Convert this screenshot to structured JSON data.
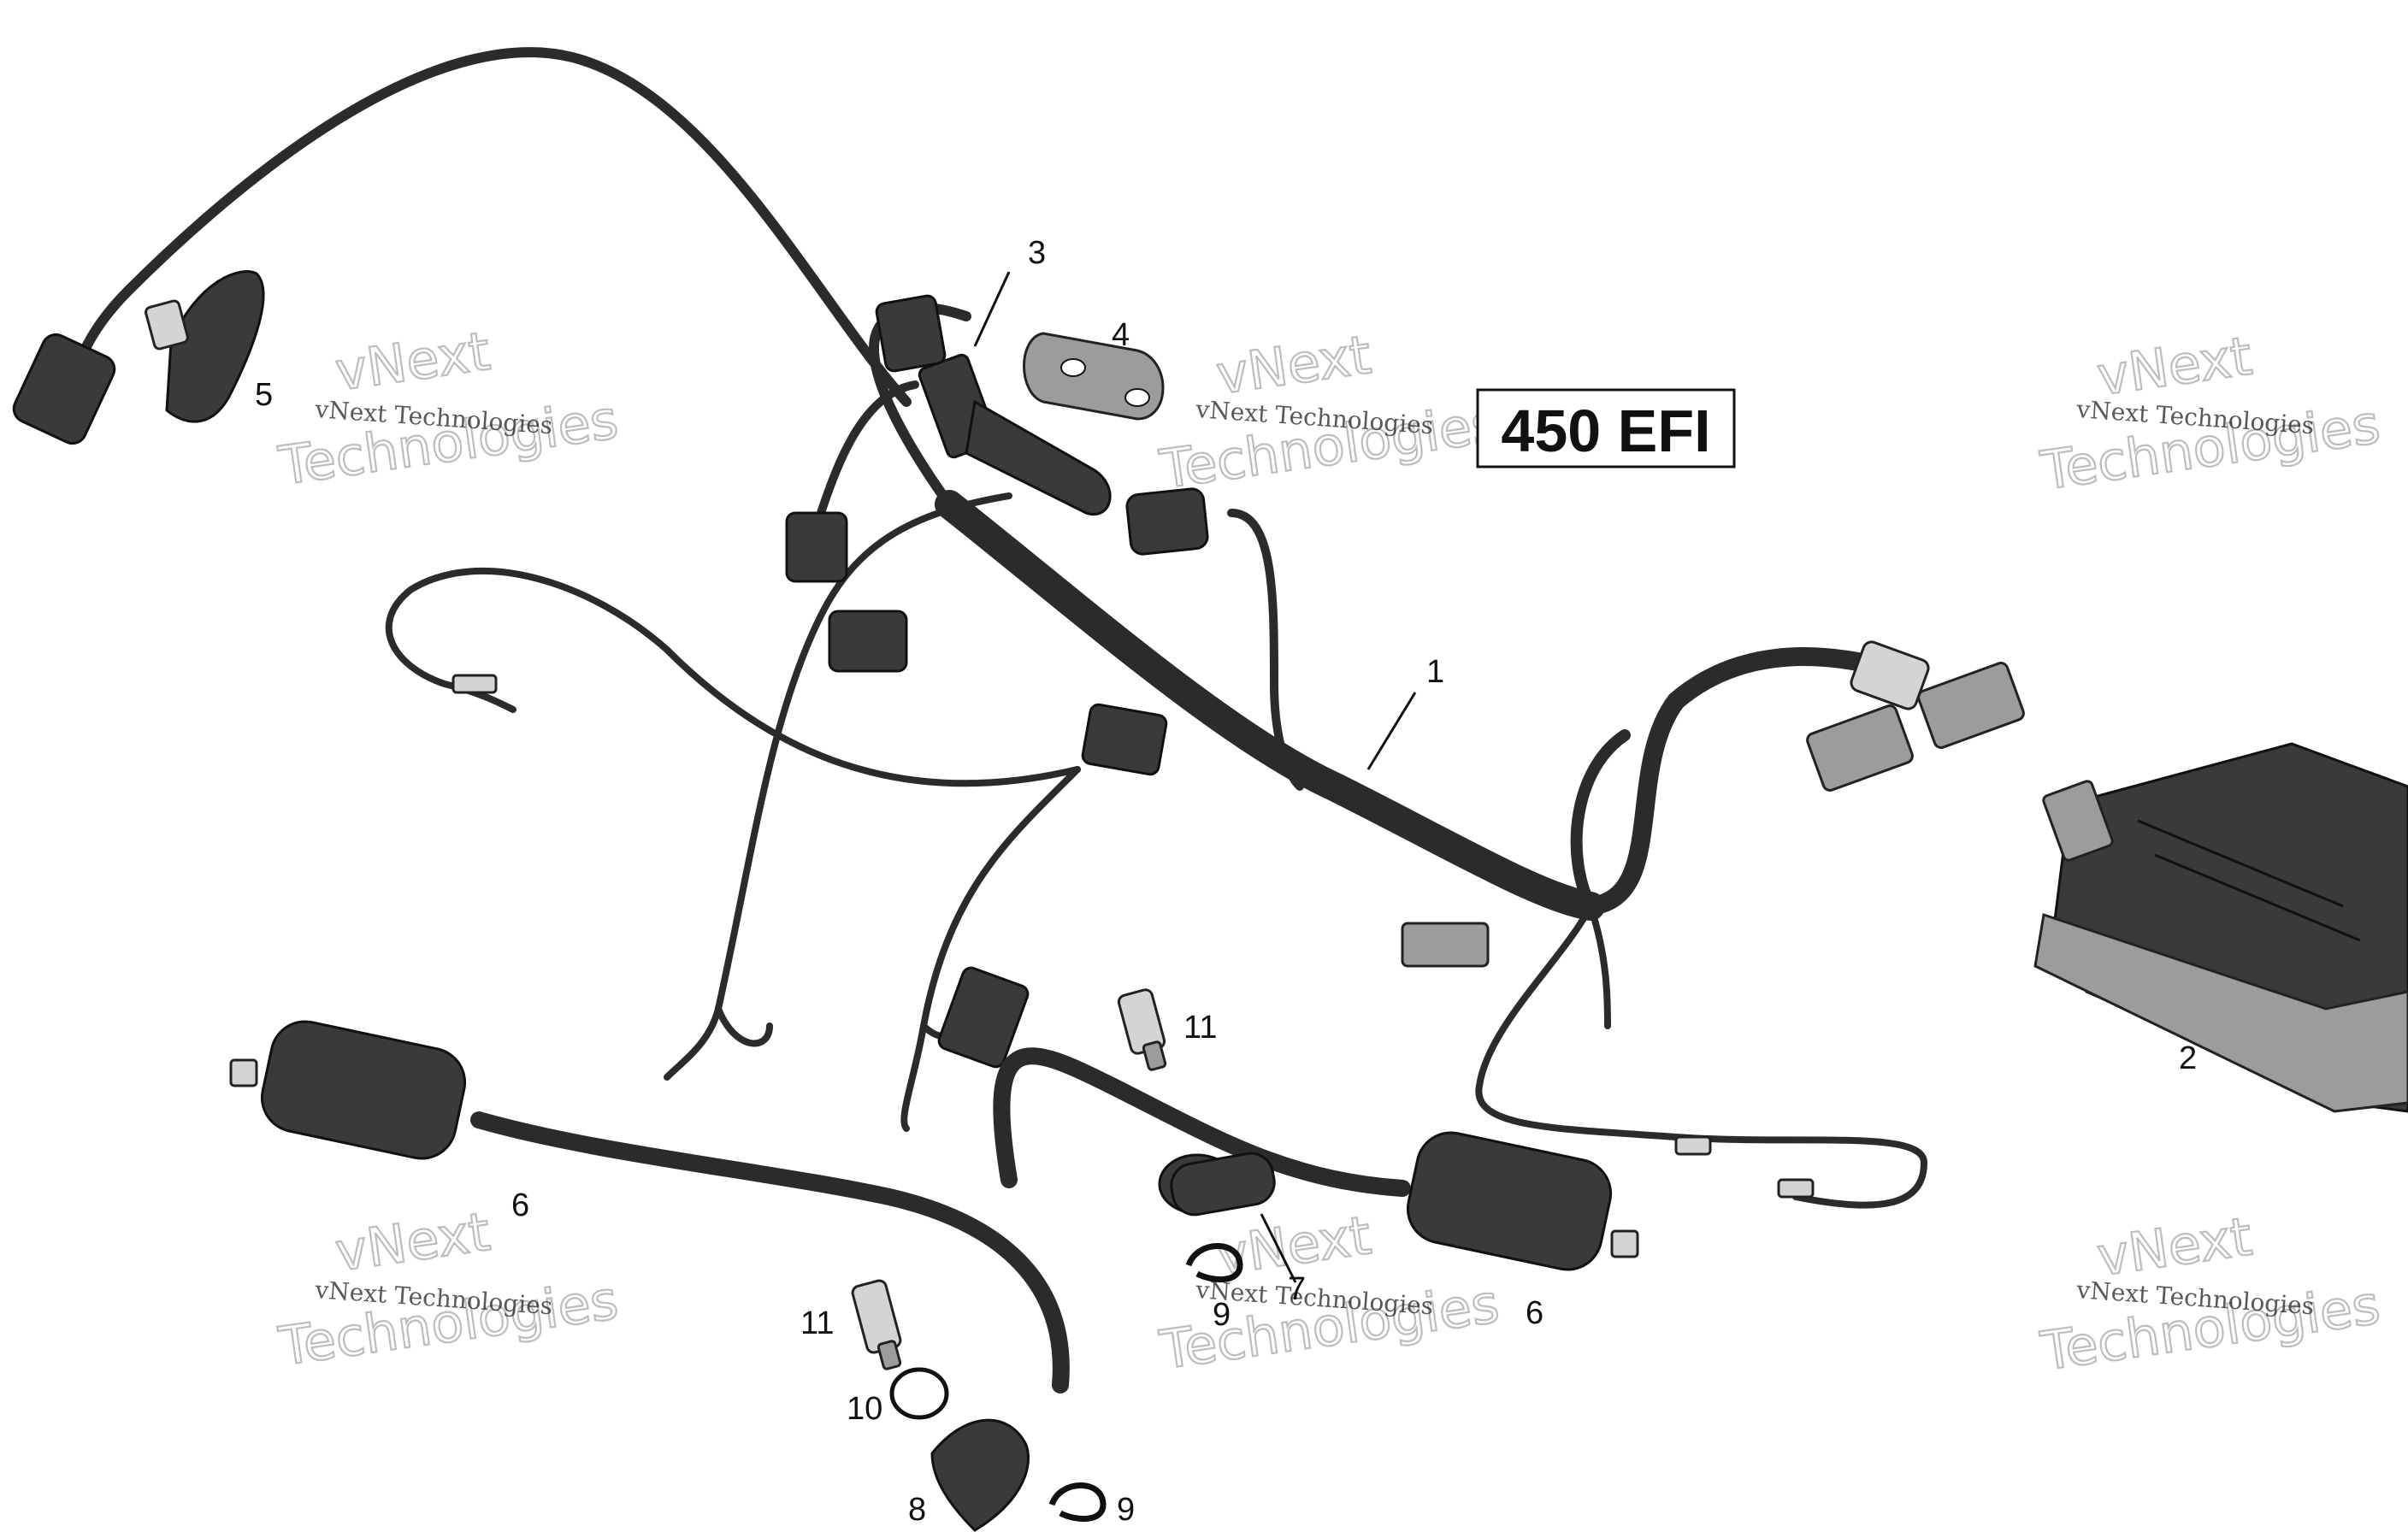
{
  "model_label": "450 EFI",
  "watermark": {
    "line1": "vNext Technologies",
    "line2": "vNext",
    "line3": "Technologies"
  },
  "callouts": {
    "c1": "1",
    "c2": "2",
    "c3": "3",
    "c4": "4",
    "c5": "5",
    "c6a": "6",
    "c6b": "6",
    "c7": "7",
    "c8": "8",
    "c9a": "9",
    "c9b": "9",
    "c10": "10",
    "c11a": "11",
    "c11b": "11"
  },
  "parts": [
    {
      "ref": "1",
      "icon": "wiring-harness-icon"
    },
    {
      "ref": "2",
      "icon": "ecm-module-icon"
    },
    {
      "ref": "3",
      "icon": "relay-connector-icon"
    },
    {
      "ref": "4",
      "icon": "mounting-bracket-icon"
    },
    {
      "ref": "5",
      "icon": "sensor-icon"
    },
    {
      "ref": "6",
      "icon": "ignition-coil-icon"
    },
    {
      "ref": "7",
      "icon": "spark-plug-cap-icon"
    },
    {
      "ref": "8",
      "icon": "spark-plug-boot-icon"
    },
    {
      "ref": "9",
      "icon": "clamp-icon"
    },
    {
      "ref": "10",
      "icon": "o-ring-icon"
    },
    {
      "ref": "11",
      "icon": "spark-plug-icon"
    }
  ]
}
